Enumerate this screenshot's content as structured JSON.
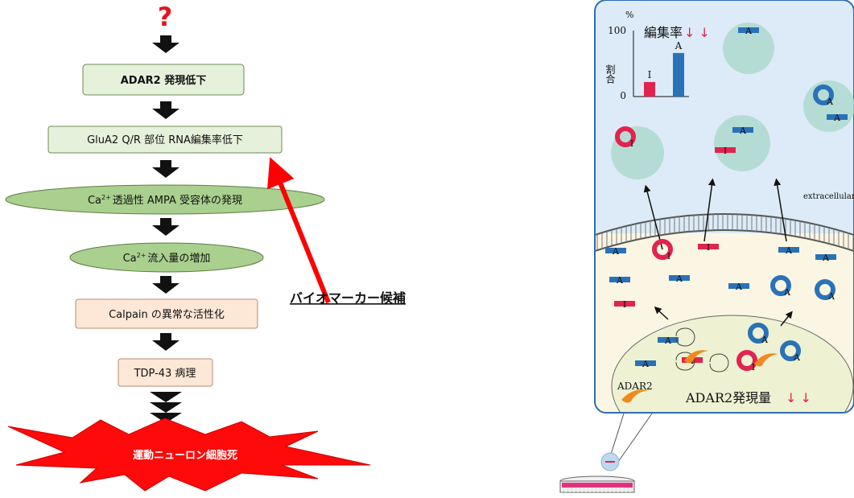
{
  "flow": {
    "question_mark": "?",
    "steps": [
      "ADAR2 発現低下",
      "GluA2 Q/R 部位 RNA編集率低下",
      "透過性 AMPA 受容体の発現",
      "流入量の増加",
      "Calpain の異常な活性化",
      "TDP-43 病理",
      "運動ニューロン細胞死"
    ],
    "ca_prefix": "Ca",
    "ca_superscript": "2+",
    "biomarker_label": "バイオマーカー候補"
  },
  "cell": {
    "percent_unit": "%",
    "y_max_label": "100",
    "y_min_label": "0",
    "y_axis_label": "割合",
    "editing_rate_label": "編集率",
    "down_arrows": "↓ ↓",
    "extracellular_label": "extracellular",
    "adar2_label": "ADAR2",
    "adar2_expression_label": "ADAR2発現量",
    "letter_A": "A",
    "letter_I": "I"
  },
  "mini_chart": {
    "categories": [
      "I",
      "A"
    ],
    "values": [
      22,
      66
    ],
    "ylim": [
      0,
      100
    ],
    "colors": [
      "#e1244f",
      "#2a72b8"
    ]
  },
  "colors": {
    "edited_blue": "#2a72b8",
    "unedited_red": "#e1244f",
    "adar_orange": "#f08a1e",
    "box_green": "#e6f1dc",
    "ellipse_green": "#a9d08e",
    "box_peach": "#fde7d6",
    "panel_blue": "#dcebf7",
    "nucleus_fill": "#eef2d2"
  }
}
